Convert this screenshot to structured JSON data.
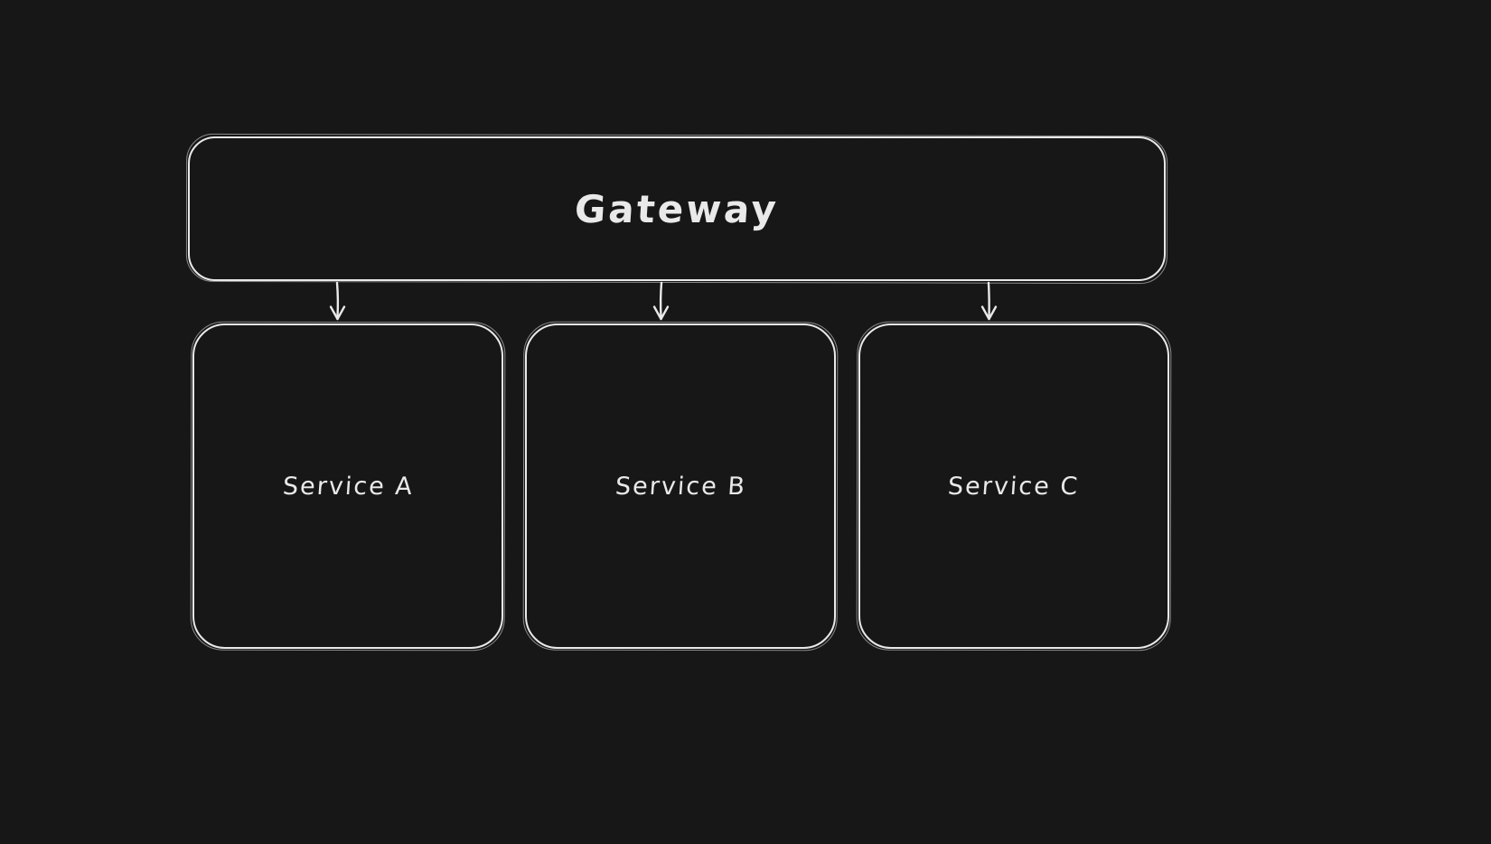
{
  "canvas": {
    "background": "#171717",
    "stroke_color": "#e9e9e9",
    "text_color": "#e9e9e9"
  },
  "nodes": {
    "gateway": {
      "label": "Gateway"
    },
    "service_a": {
      "label": "Service A"
    },
    "service_b": {
      "label": "Service B"
    },
    "service_c": {
      "label": "Service C"
    }
  },
  "connections": [
    {
      "from": "Gateway",
      "to": "Service A"
    },
    {
      "from": "Gateway",
      "to": "Service B"
    },
    {
      "from": "Gateway",
      "to": "Service C"
    }
  ]
}
